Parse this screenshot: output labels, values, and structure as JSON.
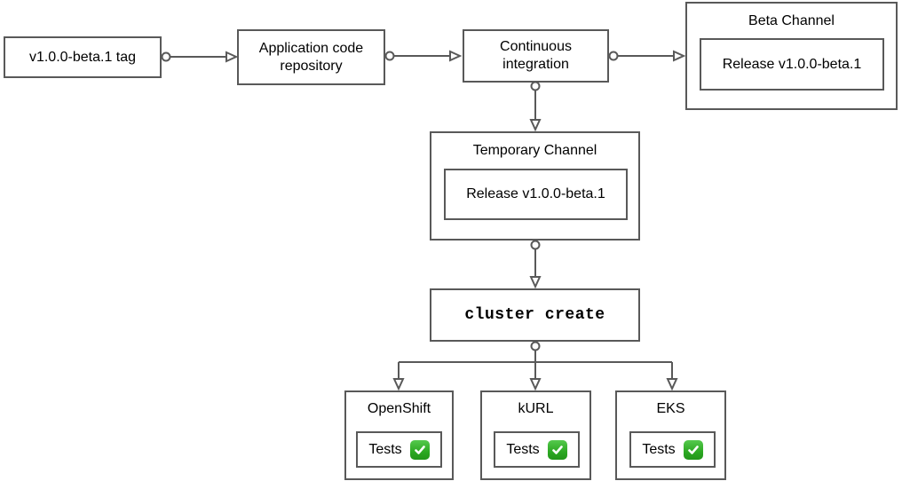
{
  "nodes": {
    "tag": {
      "label": "v1.0.0-beta.1 tag"
    },
    "repo": {
      "label": "Application code repository"
    },
    "ci": {
      "label": "Continuous integration"
    },
    "beta_channel": {
      "title": "Beta Channel",
      "release": {
        "label": "Release v1.0.0-beta.1"
      }
    },
    "temporary_channel": {
      "title": "Temporary Channel",
      "release": {
        "label": "Release v1.0.0-beta.1"
      }
    },
    "cluster_create": {
      "label": "cluster create"
    }
  },
  "clusters": [
    {
      "title": "OpenShift",
      "tests": {
        "label": "Tests",
        "icon": "check-mark-icon"
      }
    },
    {
      "title": "kURL",
      "tests": {
        "label": "Tests",
        "icon": "check-mark-icon"
      }
    },
    {
      "title": "EKS",
      "tests": {
        "label": "Tests",
        "icon": "check-mark-icon"
      }
    }
  ],
  "edges": [
    {
      "from": "v1.0.0-beta.1 tag",
      "to": "Application code repository"
    },
    {
      "from": "Application code repository",
      "to": "Continuous integration"
    },
    {
      "from": "Continuous integration",
      "to": "Beta Channel"
    },
    {
      "from": "Continuous integration",
      "to": "Temporary Channel"
    },
    {
      "from": "Temporary Channel",
      "to": "cluster create"
    },
    {
      "from": "cluster create",
      "to": "OpenShift"
    },
    {
      "from": "cluster create",
      "to": "kURL"
    },
    {
      "from": "cluster create",
      "to": "EKS"
    }
  ],
  "colors": {
    "background": "#ffffff",
    "border": "#595959",
    "text": "#000000",
    "check_green": "#2ca822",
    "check_mark": "#ffffff"
  }
}
